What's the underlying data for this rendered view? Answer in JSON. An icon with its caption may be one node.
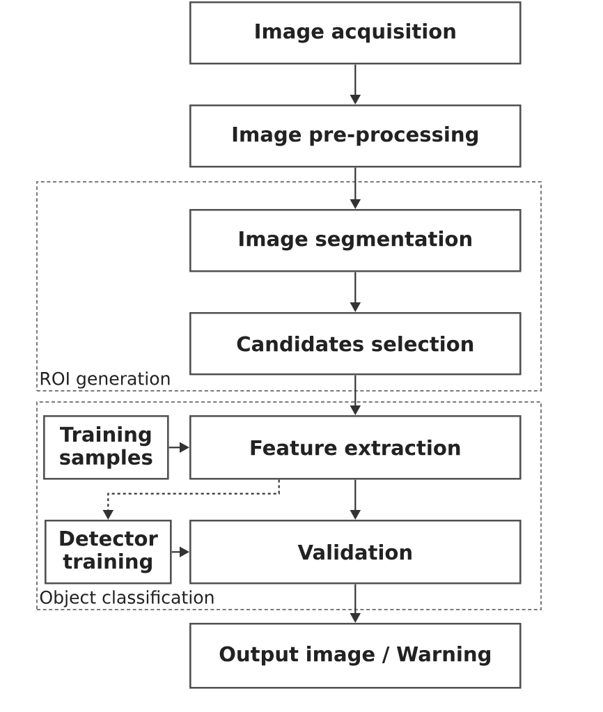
{
  "diagram": {
    "nodes": [
      {
        "text": [
          "Image acquisition"
        ]
      },
      {
        "text": [
          "Image pre-processing"
        ]
      },
      {
        "text": [
          "ROI generation"
        ]
      },
      {
        "text": [
          "Image segmentation"
        ],
        "in": 2
      },
      {
        "text": [
          "Candidates selection"
        ],
        "in": 2
      },
      {
        "text": [
          "Object classification"
        ]
      },
      {
        "text": [
          "Training samples"
        ],
        "in": 5
      },
      {
        "text": [
          "Feature extraction"
        ],
        "in": 5
      },
      {
        "text": [
          "Detector training"
        ],
        "in": 5
      },
      {
        "text": [
          "Validation"
        ],
        "in": 5
      },
      {
        "text": [
          "Output image / Warning"
        ]
      }
    ],
    "edges": [
      {
        "from": 0,
        "to": 1,
        "arrow": "to"
      },
      {
        "from": 1,
        "to": 3,
        "arrow": "to"
      },
      {
        "from": 3,
        "to": 4,
        "arrow": "to"
      },
      {
        "from": 4,
        "to": 7,
        "arrow": "to"
      },
      {
        "from": 6,
        "to": 7,
        "arrow": "to"
      },
      {
        "from": 7,
        "to": 8,
        "arrow": "to",
        "style": "dashed"
      },
      {
        "from": 7,
        "to": 9,
        "arrow": "to"
      },
      {
        "from": 8,
        "to": 9,
        "arrow": "to"
      },
      {
        "from": 9,
        "to": 10,
        "arrow": "to"
      }
    ]
  }
}
